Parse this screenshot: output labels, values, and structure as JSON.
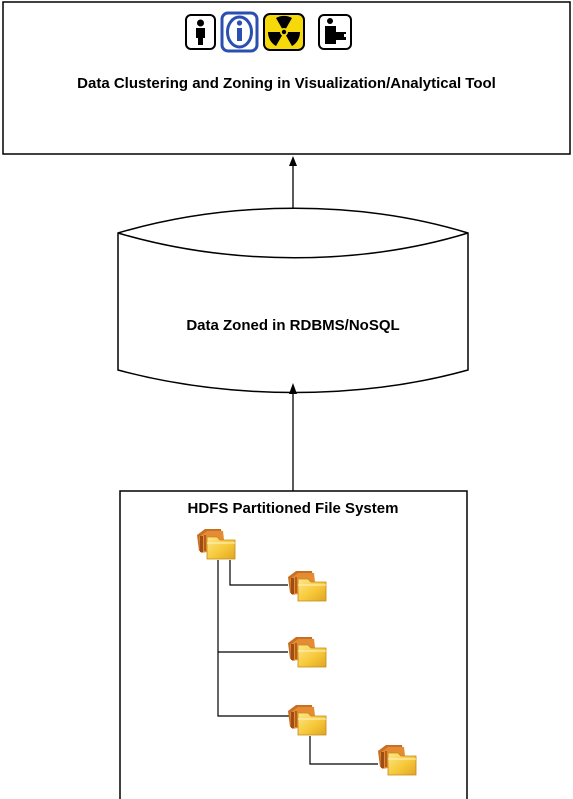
{
  "top_box": {
    "title": "Data Clustering and Zoning in Visualization/Analytical Tool",
    "icons": [
      "person-icon",
      "info-icon",
      "radiation-icon",
      "security-camera-icon"
    ]
  },
  "cylinder": {
    "label": "Data Zoned in RDBMS/NoSQL"
  },
  "hdfs_box": {
    "title": "HDFS Partitioned File System",
    "folders": [
      "root-folder",
      "child-folder-1",
      "child-folder-2",
      "child-folder-3",
      "grandchild-folder"
    ]
  },
  "colors": {
    "stroke": "#000000",
    "info_border": "#2a4fb0",
    "radiation_yellow": "#f5d90a",
    "folder_yellow": "#f7c93a",
    "folder_orange": "#d98a2b"
  }
}
